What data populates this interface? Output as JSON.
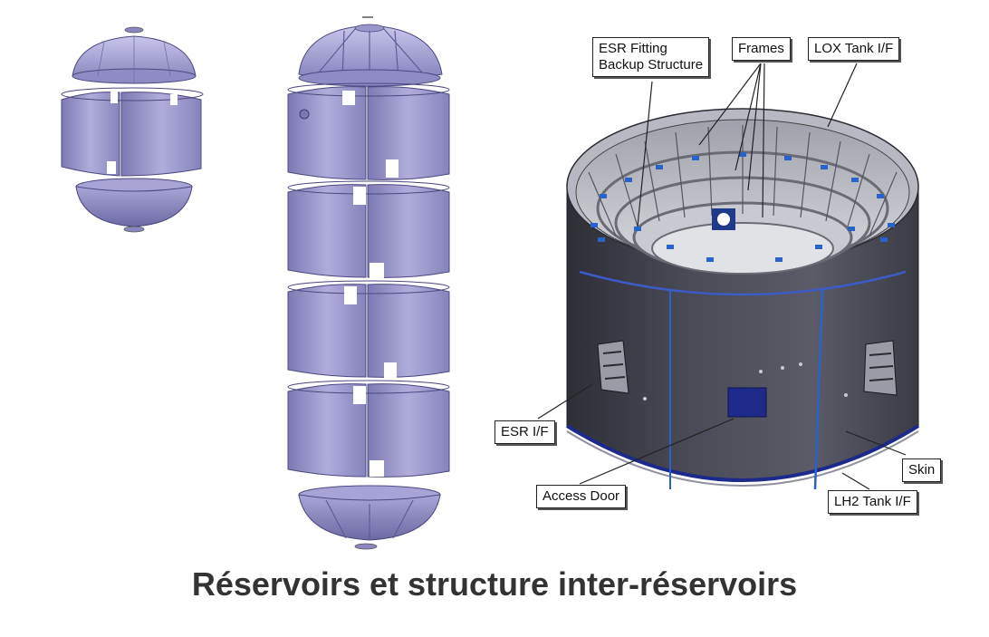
{
  "caption": "Réservoirs et structure inter-réservoirs",
  "callouts": {
    "esr_fitting": {
      "line1": "ESR Fitting",
      "line2": "Backup Structure"
    },
    "frames": "Frames",
    "lox_tank_if": "LOX Tank I/F",
    "esr_if": "ESR I/F",
    "access_door": "Access Door",
    "skin": "Skin",
    "lh2_tank_if": "LH2 Tank I/F"
  },
  "colors": {
    "tank_fill": "#9a97c9",
    "tank_dark": "#6e6aa3",
    "tank_light": "#c3c1e4",
    "intertank_body": "#3e3f48",
    "intertank_dark": "#23242b",
    "frame_blue": "#2a62c9",
    "rim_blue": "#1c2a8c"
  }
}
